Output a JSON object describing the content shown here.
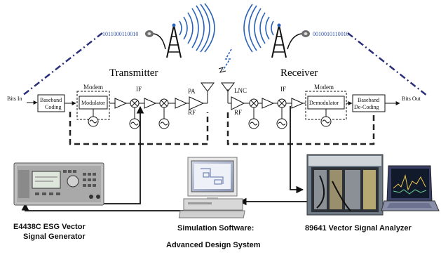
{
  "sections": {
    "transmitter": "Transmitter",
    "receiver": "Receiver"
  },
  "io": {
    "bits_in": "Bits In",
    "bits_out": "Bits Out"
  },
  "bitstreams": {
    "left": "1011000110010",
    "right": "0010010110010"
  },
  "tx_blocks": {
    "baseband_line1": "Baseband",
    "baseband_line2": "Coding",
    "modem": "Modem",
    "modulator": "Modulator",
    "if": "IF",
    "pa": "PA",
    "rf": "RF"
  },
  "rx_blocks": {
    "lnc": "LNC",
    "rf": "RF",
    "if": "IF",
    "modem": "Modem",
    "demodulator": "Demodulator",
    "baseband_line1": "Baseband",
    "baseband_line2": "De-Coding"
  },
  "captions": {
    "generator_line1": "E4438C ESG Vector",
    "generator_line2": "Signal Generator",
    "software_line1": "Simulation Software:",
    "software_line2": "Advanced Design System",
    "analyzer": "89641 Vector Signal Analyzer"
  },
  "colors": {
    "dashdot": "#2c2f7a",
    "wave": "#2a62b8",
    "bits": "#2c4fa8",
    "dashed": "#222222"
  }
}
